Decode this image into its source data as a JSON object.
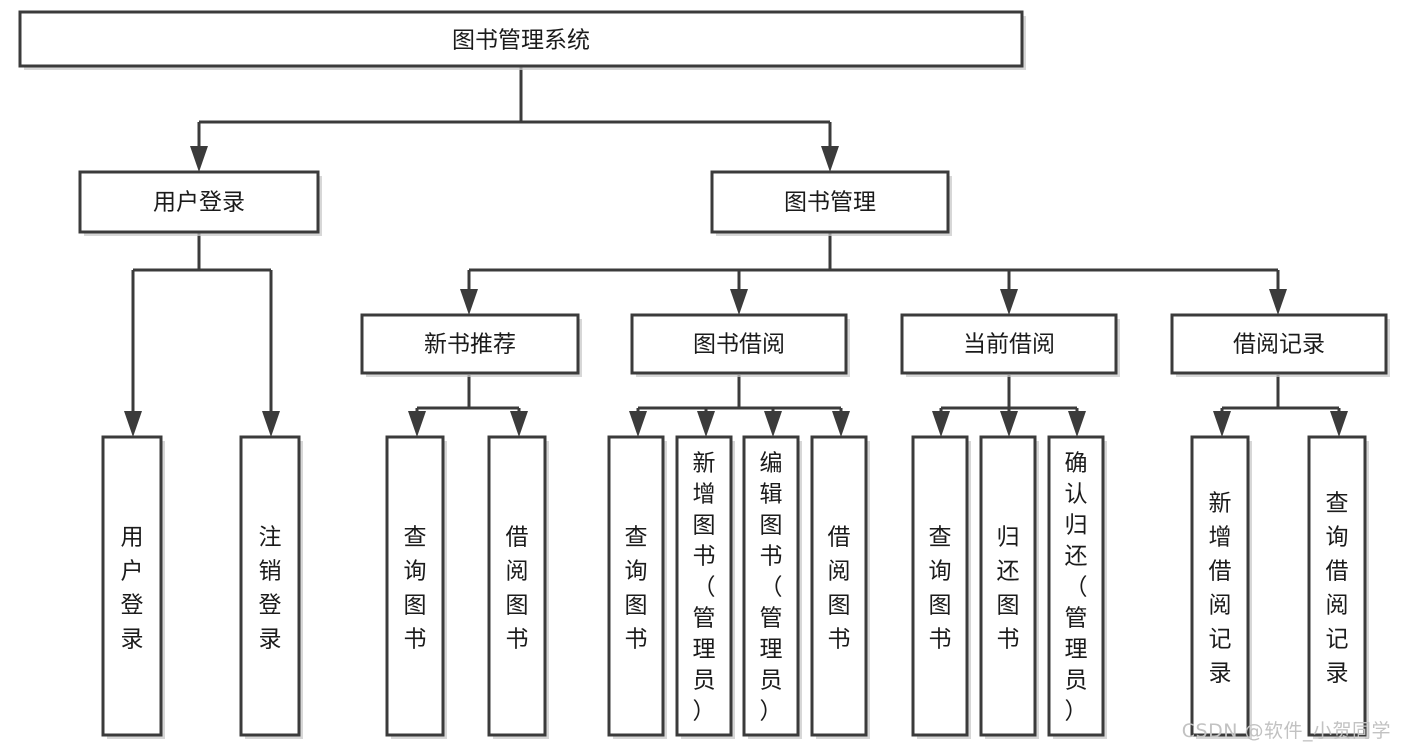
{
  "diagram": {
    "type": "tree-hierarchy",
    "title": "图书管理系统",
    "root": {
      "id": "root",
      "label": "图书管理系统"
    },
    "level2": [
      {
        "id": "user-login",
        "label": "用户登录"
      },
      {
        "id": "book-management",
        "label": "图书管理"
      }
    ],
    "level3": [
      {
        "id": "new-book-recommend",
        "label": "新书推荐",
        "parent": "book-management"
      },
      {
        "id": "book-borrow",
        "label": "图书借阅",
        "parent": "book-management"
      },
      {
        "id": "current-borrow",
        "label": "当前借阅",
        "parent": "book-management"
      },
      {
        "id": "borrow-record",
        "label": "借阅记录",
        "parent": "book-management"
      }
    ],
    "leaves": [
      {
        "id": "leaf-user-login",
        "label": "用户登录",
        "parent": "user-login"
      },
      {
        "id": "leaf-logout-login",
        "label": "注销登录",
        "parent": "user-login"
      },
      {
        "id": "leaf-query-book-1",
        "label": "查询图书",
        "parent": "new-book-recommend"
      },
      {
        "id": "leaf-borrow-book-1",
        "label": "借阅图书",
        "parent": "new-book-recommend"
      },
      {
        "id": "leaf-query-book-2",
        "label": "查询图书",
        "parent": "book-borrow"
      },
      {
        "id": "leaf-add-book",
        "label": "新增图书（管理员）",
        "parent": "book-borrow"
      },
      {
        "id": "leaf-edit-book",
        "label": "编辑图书（管理员）",
        "parent": "book-borrow"
      },
      {
        "id": "leaf-borrow-book-2",
        "label": "借阅图书",
        "parent": "book-borrow"
      },
      {
        "id": "leaf-query-book-3",
        "label": "查询图书",
        "parent": "current-borrow"
      },
      {
        "id": "leaf-return-book",
        "label": "归还图书",
        "parent": "current-borrow"
      },
      {
        "id": "leaf-confirm-return",
        "label": "确认归还（管理员）",
        "parent": "current-borrow"
      },
      {
        "id": "leaf-add-record",
        "label": "新增借阅记录",
        "parent": "borrow-record"
      },
      {
        "id": "leaf-query-record",
        "label": "查询借阅记录",
        "parent": "borrow-record"
      }
    ]
  },
  "watermark": {
    "text": "CSDN @软件_小贺同学"
  },
  "colors": {
    "border": "#3b3b3b",
    "background": "#ffffff",
    "text": "#1b1b1b",
    "watermark": "#c2c2c2"
  }
}
